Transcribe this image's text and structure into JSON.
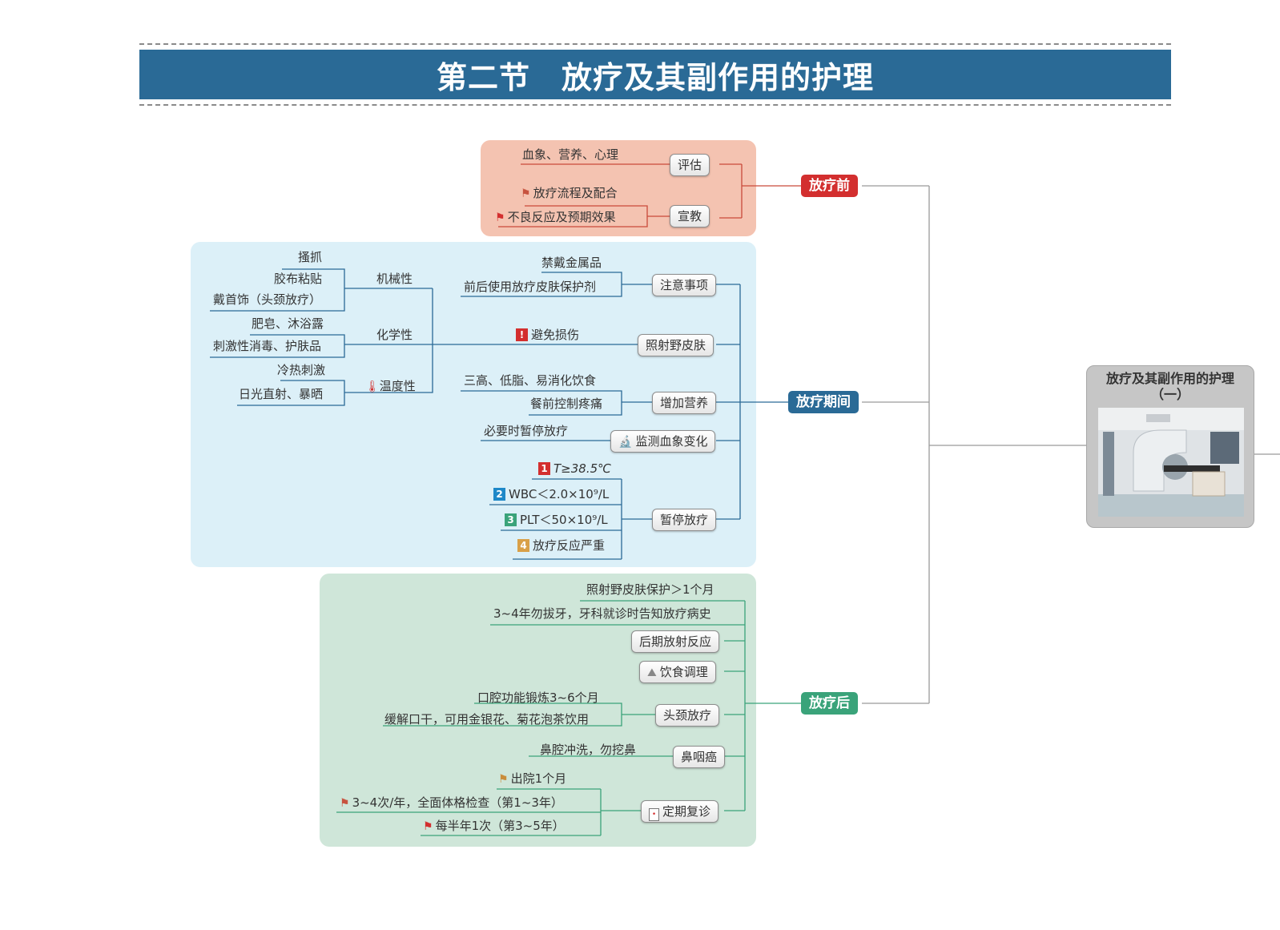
{
  "page_title": "第二节　放疗及其副作用的护理",
  "root": {
    "title_line1": "放疗及其副作用的护理",
    "title_line2": "（一）"
  },
  "colors": {
    "banner": "#2a6a96",
    "before": "#d32f2f",
    "during": "#2a6a96",
    "after": "#3aa37a",
    "region_before": "#f4c3b1",
    "region_during": "#dcf0f8",
    "region_after": "#cfe6d9"
  },
  "before": {
    "label": "放疗前",
    "assess": {
      "label": "评估",
      "detail": "血象、营养、心理"
    },
    "educate": {
      "label": "宣教",
      "items": [
        "放疗流程及配合",
        "不良反应及预期效果"
      ]
    }
  },
  "during": {
    "label": "放疗期间",
    "precautions": {
      "label": "注意事项",
      "items": [
        "禁戴金属品",
        "前后使用放疗皮肤保护剂"
      ]
    },
    "skin": {
      "label": "照射野皮肤",
      "avoid": "避免损伤",
      "mechanical": {
        "label": "机械性",
        "items": [
          "搔抓",
          "胶布粘贴",
          "戴首饰（头颈放疗）"
        ]
      },
      "chemical": {
        "label": "化学性",
        "items": [
          "肥皂、沐浴露",
          "刺激性消毒、护肤品"
        ]
      },
      "thermal": {
        "label": "温度性",
        "items": [
          "冷热刺激",
          "日光直射、暴晒"
        ]
      }
    },
    "nutrition": {
      "label": "增加营养",
      "items": [
        "三高、低脂、易消化饮食",
        "餐前控制疼痛"
      ]
    },
    "monitor": {
      "label": "监测血象变化",
      "detail": "必要时暂停放疗"
    },
    "pause": {
      "label": "暂停放疗",
      "items": [
        {
          "num": "1",
          "text": "T≥38.5℃",
          "color": "#d32f2f"
        },
        {
          "num": "2",
          "text": "WBC＜2.0×10⁹/L",
          "color": "#1e88c8"
        },
        {
          "num": "3",
          "text": "PLT＜50×10⁹/L",
          "color": "#3aa37a"
        },
        {
          "num": "4",
          "text": "放疗反应严重",
          "color": "#d9a048"
        }
      ]
    }
  },
  "after": {
    "label": "放疗后",
    "skin_protect": "照射野皮肤保护＞1个月",
    "teeth": "3~4年勿拔牙，牙科就诊时告知放疗病史",
    "late_reaction": "后期放射反应",
    "diet": "饮食调理",
    "head_neck": {
      "label": "头颈放疗",
      "items": [
        "口腔功能锻炼3~6个月",
        "缓解口干，可用金银花、菊花泡茶饮用"
      ]
    },
    "npc": {
      "label": "鼻咽癌",
      "detail": "鼻腔冲洗，勿挖鼻"
    },
    "followup": {
      "label": "定期复诊",
      "items": [
        "出院1个月",
        "3~4次/年，全面体格检查（第1~3年）",
        "每半年1次（第3~5年）"
      ]
    }
  },
  "icons": [
    "flag-icon",
    "alert-icon",
    "thermometer-icon",
    "microscope-icon",
    "food-cloche-icon",
    "calendar-icon",
    "radiotherapy-machine-image"
  ]
}
